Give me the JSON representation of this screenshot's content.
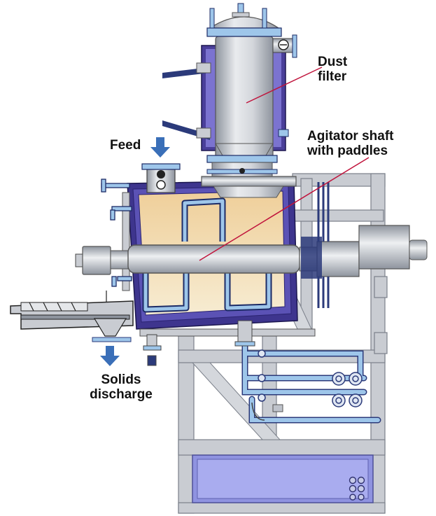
{
  "labels": {
    "dust_filter_1": "Dust",
    "dust_filter_2": "filter",
    "agitator_1": "Agitator shaft",
    "agitator_2": "with paddles",
    "feed": "Feed",
    "solids_1": "Solids",
    "solids_2": "discharge"
  },
  "colors": {
    "steel": "#c9ccd2",
    "steel_dark": "#9aa0aa",
    "jacket": "#4a3f9a",
    "product": "#f2d7a8",
    "product_light": "#f6e9cc",
    "paddle": "#9ec6ea",
    "arrow": "#3a6fb8",
    "callout": "#c0143c"
  },
  "icons": {
    "feed_arrow": "arrow-down",
    "discharge_arrow": "arrow-down"
  }
}
